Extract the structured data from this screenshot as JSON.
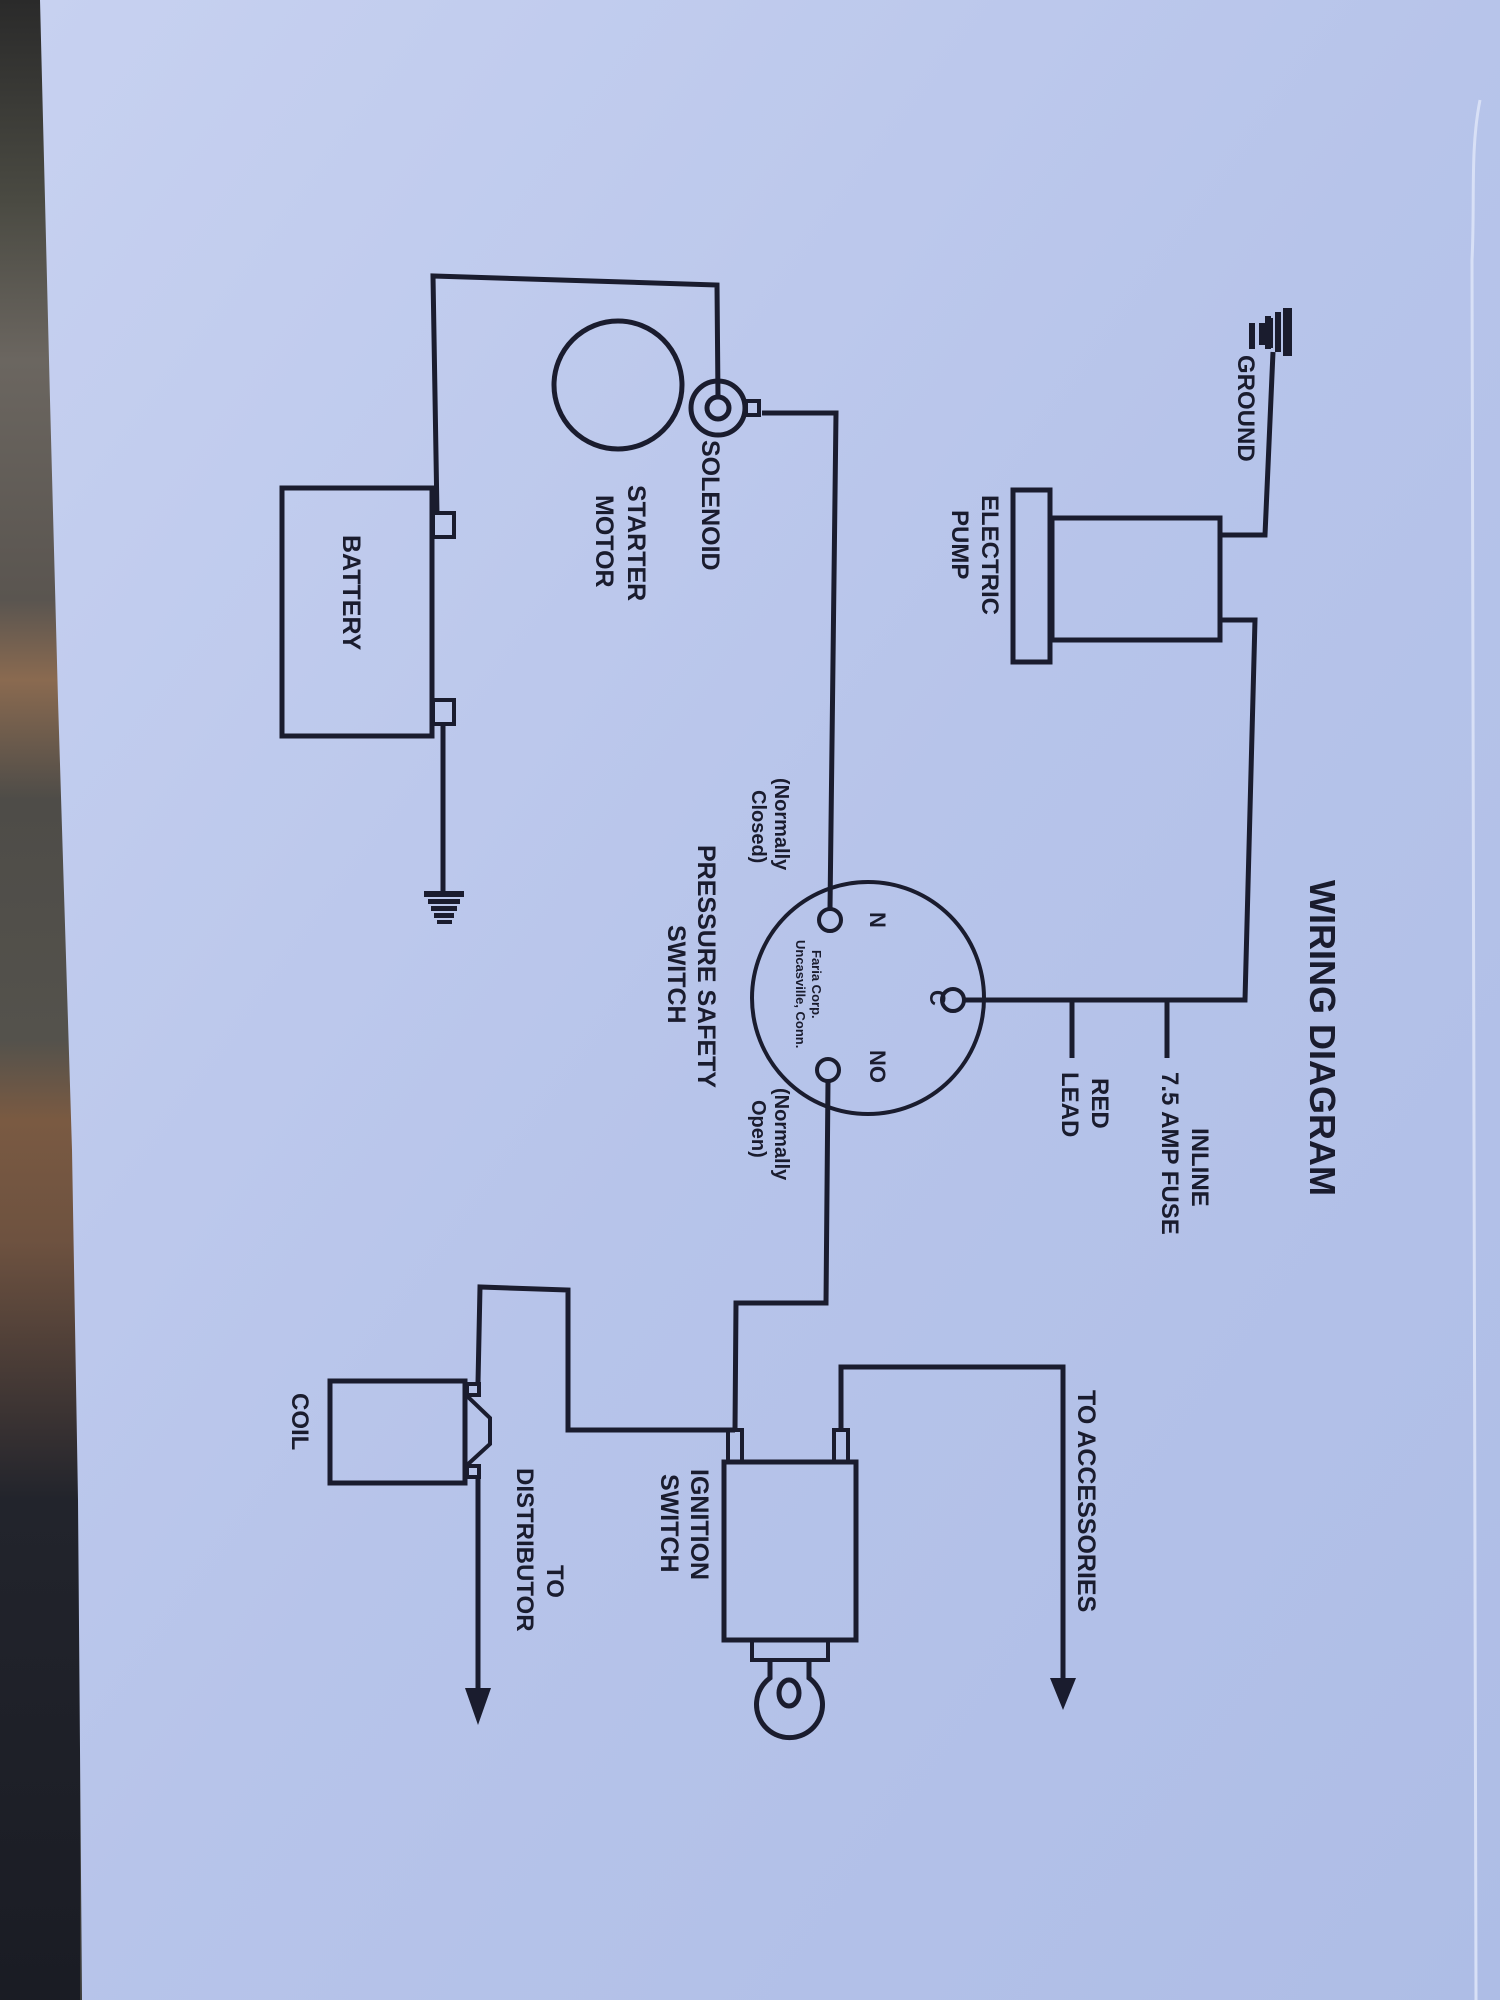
{
  "title": "WIRING DIAGRAM",
  "colors": {
    "paper": "#b9c6ec",
    "paper_light": "#c9d3f2",
    "ink": "#1a1c2e"
  },
  "components": {
    "ground_top": {
      "label": "GROUND"
    },
    "electric_pump": {
      "label_line1": "ELECTRIC",
      "label_line2": "PUMP"
    },
    "fuse": {
      "label_line1": "INLINE",
      "label_line2": "7.5 AMP FUSE"
    },
    "red_lead": {
      "label_line1": "RED",
      "label_line2": "LEAD"
    },
    "solenoid": {
      "label": "SOLENOID"
    },
    "starter_motor": {
      "label_line1": "STARTER",
      "label_line2": "MOTOR"
    },
    "battery": {
      "label": "BATTERY"
    },
    "pressure_switch": {
      "label_line1": "PRESSURE SAFETY",
      "label_line2": "SWITCH",
      "terminal_n": "N",
      "terminal_c": "C",
      "terminal_no": "NO",
      "maker_line1": "Faria Corp.",
      "maker_line2": "Uncasville, Conn.",
      "nc_note_line1": "(Normally",
      "nc_note_line2": "Closed)",
      "no_note_line1": "(Normally",
      "no_note_line2": "Open)"
    },
    "ignition_switch": {
      "label_line1": "IGNITION",
      "label_line2": "SWITCH"
    },
    "accessories": {
      "label": "TO ACCESSORIES"
    },
    "coil": {
      "label": "COIL"
    },
    "distributor": {
      "label_line1": "TO",
      "label_line2": "DISTRIBUTOR"
    }
  }
}
